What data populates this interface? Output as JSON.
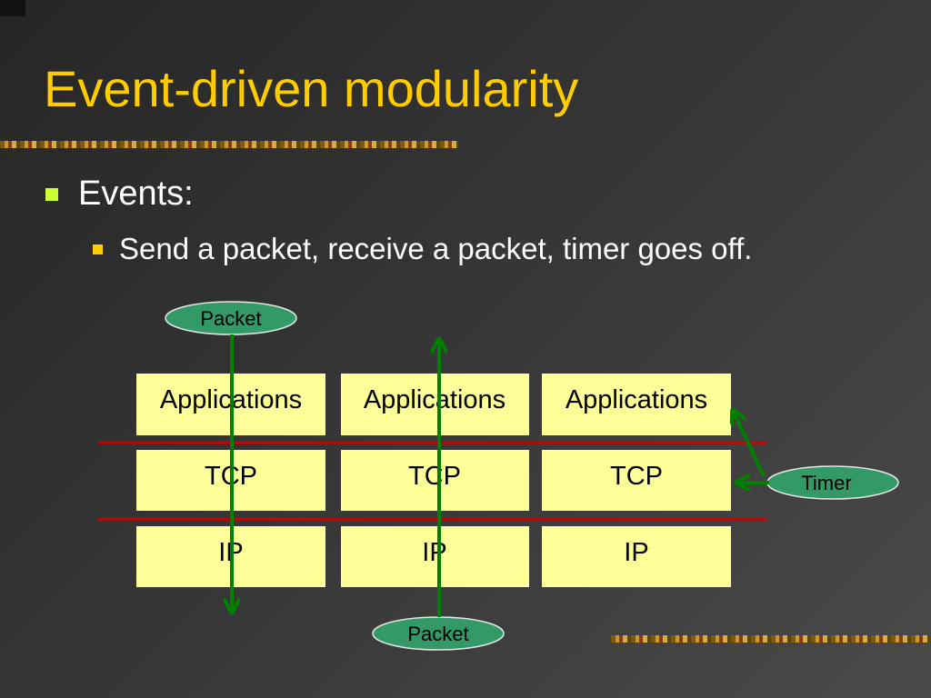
{
  "slide": {
    "title": "Event-driven modularity",
    "bullets": [
      {
        "text": "Events:",
        "sub": [
          "Send a packet, receive a packet, timer goes off."
        ]
      }
    ]
  },
  "diagram": {
    "stacks": [
      {
        "layers": [
          "Applications",
          "TCP",
          "IP"
        ]
      },
      {
        "layers": [
          "Applications",
          "TCP",
          "IP"
        ]
      },
      {
        "layers": [
          "Applications",
          "TCP",
          "IP"
        ]
      }
    ],
    "ovals": {
      "packet_top": "Packet",
      "packet_bottom": "Packet",
      "timer": "Timer"
    }
  },
  "colors": {
    "title": "#ffcc00",
    "bullet_level1": "#ccff33",
    "bullet_level2": "#ffcc00",
    "box_fill": "#ffff99",
    "oval_fill": "#339966",
    "arrow": "#008000",
    "layer_separator": "#cc0000"
  }
}
